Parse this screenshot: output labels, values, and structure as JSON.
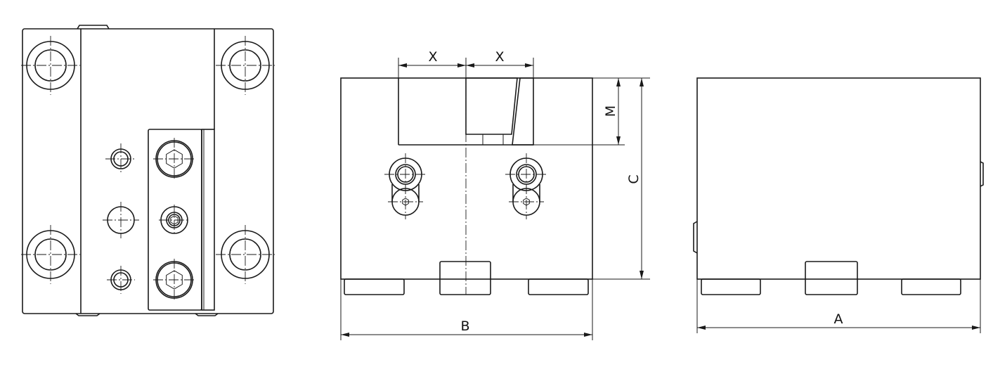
{
  "drawing": {
    "dimension_labels": {
      "x_left": "X",
      "x_right": "X",
      "m": "M",
      "c": "C",
      "b": "B",
      "a": "A"
    },
    "line_color": "#1a1a1a"
  }
}
